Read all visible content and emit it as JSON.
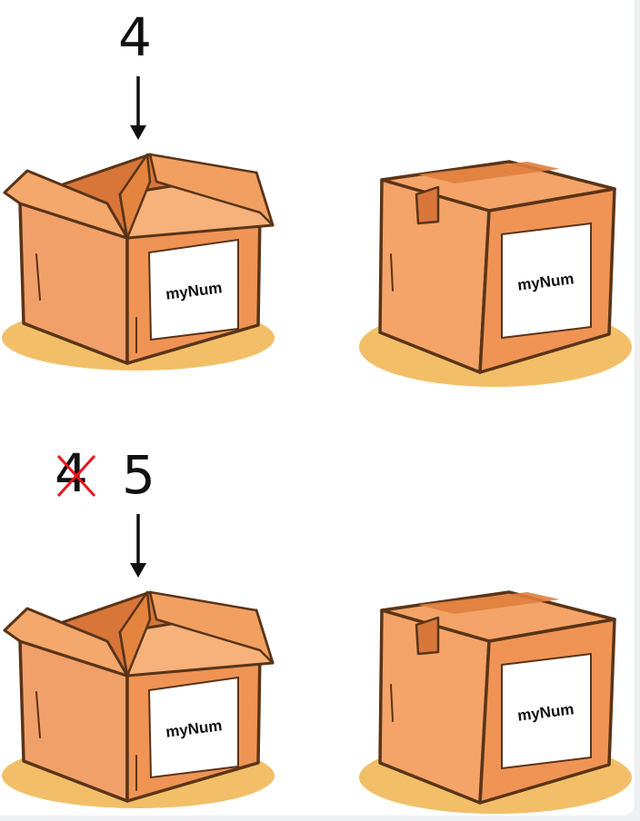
{
  "row1": {
    "value": "4",
    "open_box_label": "myNum",
    "closed_box_label": "myNum"
  },
  "row2": {
    "old_value": "4",
    "new_value": "5",
    "open_box_label": "myNum",
    "closed_box_label": "myNum"
  },
  "colors": {
    "box_front": "#F4A468",
    "box_side": "#EF9455",
    "box_dark": "#E07F3E",
    "outline": "#5A3418",
    "shadow": "#F2BF68",
    "strike": "#E8141C"
  }
}
